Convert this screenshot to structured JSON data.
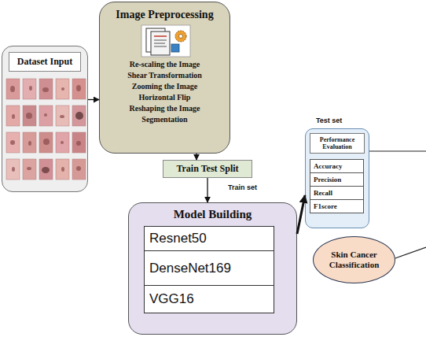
{
  "diagram": {
    "nodes": [
      {
        "text": [
          "Dataset Input"
        ]
      },
      {
        "text": [
          "Image Preprocessing",
          "Re-scaling the Image",
          "Shear Transformation",
          "Zooming the Image",
          "Horizontal Flip",
          "Reshaping the Image",
          "Segmentation"
        ]
      },
      {
        "text": [
          "Train Test Split"
        ]
      },
      {
        "text": [
          "Model Building"
        ]
      },
      {
        "text": [
          "Resnet50"
        ],
        "in": 3
      },
      {
        "text": [
          "DenseNet169"
        ],
        "in": 3
      },
      {
        "text": [
          "VGG16"
        ],
        "in": 3
      },
      {
        "text": [
          "Performance Evaluation"
        ]
      },
      {
        "text": [
          "Accuracy"
        ],
        "in": 7
      },
      {
        "text": [
          "Precision"
        ],
        "in": 7
      },
      {
        "text": [
          "Recall"
        ],
        "in": 7
      },
      {
        "text": [
          "F1score"
        ],
        "in": 7
      },
      {
        "text": [
          "Skin Cancer Classification"
        ]
      }
    ],
    "edges": [
      {
        "from": 0,
        "to": 1,
        "arrow": "to"
      },
      {
        "from": 1,
        "to": 2,
        "arrow": "to"
      },
      {
        "from": 2,
        "to": 3,
        "arrow": "to"
      },
      {
        "from": 3,
        "to": 7,
        "arrow": "to"
      }
    ],
    "labels": [
      "Train set",
      "Test set"
    ]
  }
}
